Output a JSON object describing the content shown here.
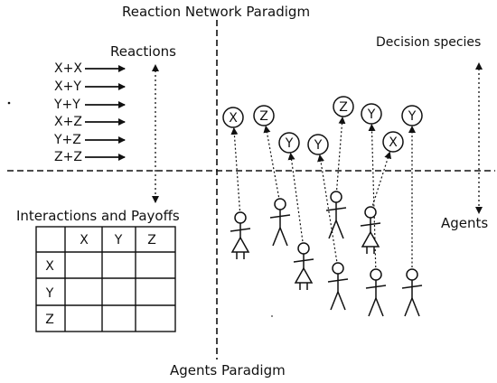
{
  "titles": {
    "top": "Reaction Network Paradigm",
    "bottom": "Agents Paradigm",
    "reactions": "Reactions",
    "decision_species": "Decision species",
    "interactions": "Interactions and Payoffs",
    "agents": "Agents"
  },
  "reactions": [
    "X+X",
    "X+Y",
    "Y+Y",
    "X+Z",
    "Y+Z",
    "Z+Z"
  ],
  "payoff_table": {
    "columns": [
      "X",
      "Y",
      "Z"
    ],
    "rows": [
      "X",
      "Y",
      "Z"
    ]
  },
  "species": [
    {
      "letter": "X",
      "agent": "female"
    },
    {
      "letter": "Z",
      "agent": "male"
    },
    {
      "letter": "Y",
      "agent": "female"
    },
    {
      "letter": "Y",
      "agent": "male"
    },
    {
      "letter": "Z",
      "agent": "male"
    },
    {
      "letter": "Y",
      "agent": "male"
    },
    {
      "letter": "Y",
      "agent": "male"
    },
    {
      "letter": "X",
      "agent": "female"
    },
    {
      "letter": "Y",
      "agent": "male"
    }
  ]
}
